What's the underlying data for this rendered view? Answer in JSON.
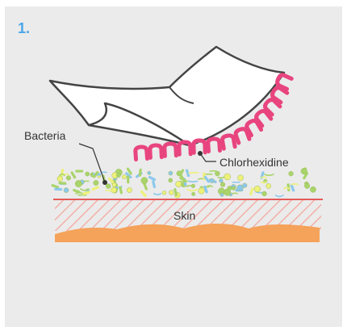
{
  "step_number": "1.",
  "labels": {
    "bacteria": "Bacteria",
    "chlorhexidine": "Chlorhexidine",
    "skin": "Skin"
  },
  "colors": {
    "panel_background": "#ebebeb",
    "step_number": "#4aa6e8",
    "chlorhexidine": "#e8457f",
    "skin_tissue": "#f5a25a",
    "skin_line": "#e55a5a",
    "skin_hatch": "#f2b0a8",
    "bacteria_green": "#a9d46a",
    "bacteria_yellow": "#eef07a",
    "bacteria_blue": "#8cc8ec"
  }
}
